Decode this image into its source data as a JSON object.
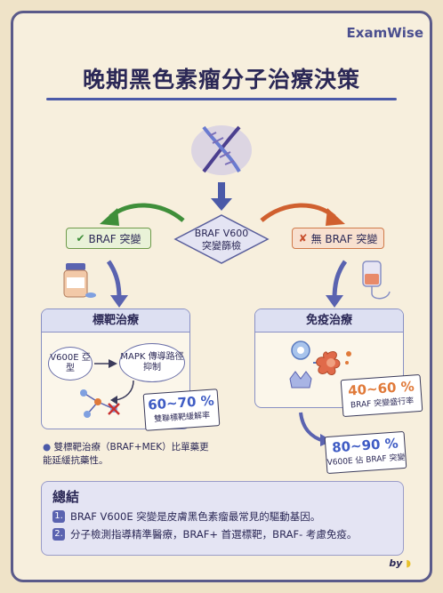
{
  "brand": "ExamWise",
  "title": "晚期黑色素瘤分子治療決策",
  "decision": {
    "line1": "BRAF V600",
    "line2": "突變篩檢"
  },
  "branch_left": {
    "label": "BRAF 突變"
  },
  "branch_right": {
    "label": "無 BRAF 突變"
  },
  "left_panel": {
    "title": "標靶治療",
    "node_a": "V600E 亞型",
    "node_b": "MAPK 傳導路徑抑制",
    "rate": "60~70 %",
    "rate_label": "雙聯標靶緩解率"
  },
  "right_panel": {
    "title": "免疫治療",
    "rate": "40~60 %",
    "rate_label": "BRAF 突變盛行率"
  },
  "extra_card": {
    "rate": "80~90 %",
    "label": "V600E 佔 BRAF 突變"
  },
  "bullet_text": "雙標靶治療（BRAF+MEK）比單藥更能延緩抗藥性。",
  "summary": {
    "title": "總結",
    "items": [
      {
        "num": "1.",
        "text": "BRAF V600E 突變是皮膚黑色素瘤最常見的驅動基因。"
      },
      {
        "num": "2.",
        "text": "分子檢測指導精準醫療，BRAF+ 首選標靶，BRAF- 考慮免疫。"
      }
    ]
  },
  "footer": "by",
  "colors": {
    "accent": "#4b5aa8",
    "green": "#3f8f3a",
    "orange": "#d0602f"
  }
}
